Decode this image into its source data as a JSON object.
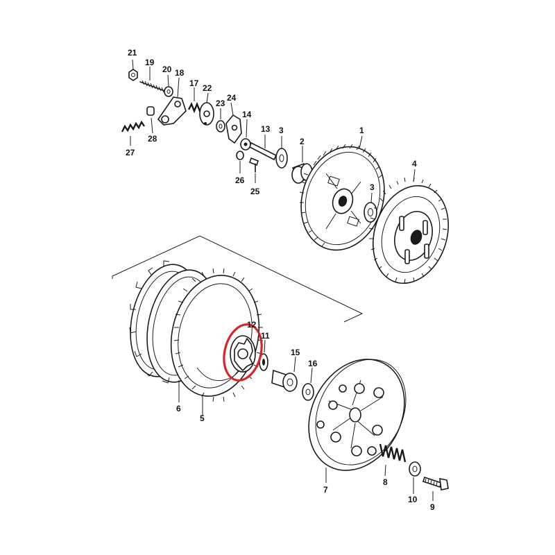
{
  "colors": {
    "ink": "#1a1a1a",
    "highlight": "#d9232b",
    "background": "#ffffff"
  },
  "labels": {
    "p1": "1",
    "p2": "2",
    "p3a": "3",
    "p3b": "3",
    "p4": "4",
    "p5": "5",
    "p6": "6",
    "p7": "7",
    "p8": "8",
    "p9": "9",
    "p10": "10",
    "p11": "11",
    "p12": "12",
    "p13": "13",
    "p14": "14",
    "p15": "15",
    "p16": "16",
    "p17": "17",
    "p18": "18",
    "p19": "19",
    "p20": "20",
    "p21": "21",
    "p22": "22",
    "p23": "23",
    "p24": "24",
    "p25": "25",
    "p26": "26",
    "p27": "27",
    "p28": "28"
  }
}
